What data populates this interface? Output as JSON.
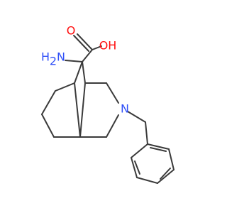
{
  "molecule": {
    "atom_labels": {
      "oh": "OH",
      "o": "O",
      "nh2_n": "N",
      "nh2_h": "H",
      "nh2_sub": "2",
      "n_ring": "N"
    },
    "colors": {
      "bond": "#3a3a3a",
      "oxygen": "#ff0d0d",
      "nitrogen": "#3050f8"
    }
  }
}
